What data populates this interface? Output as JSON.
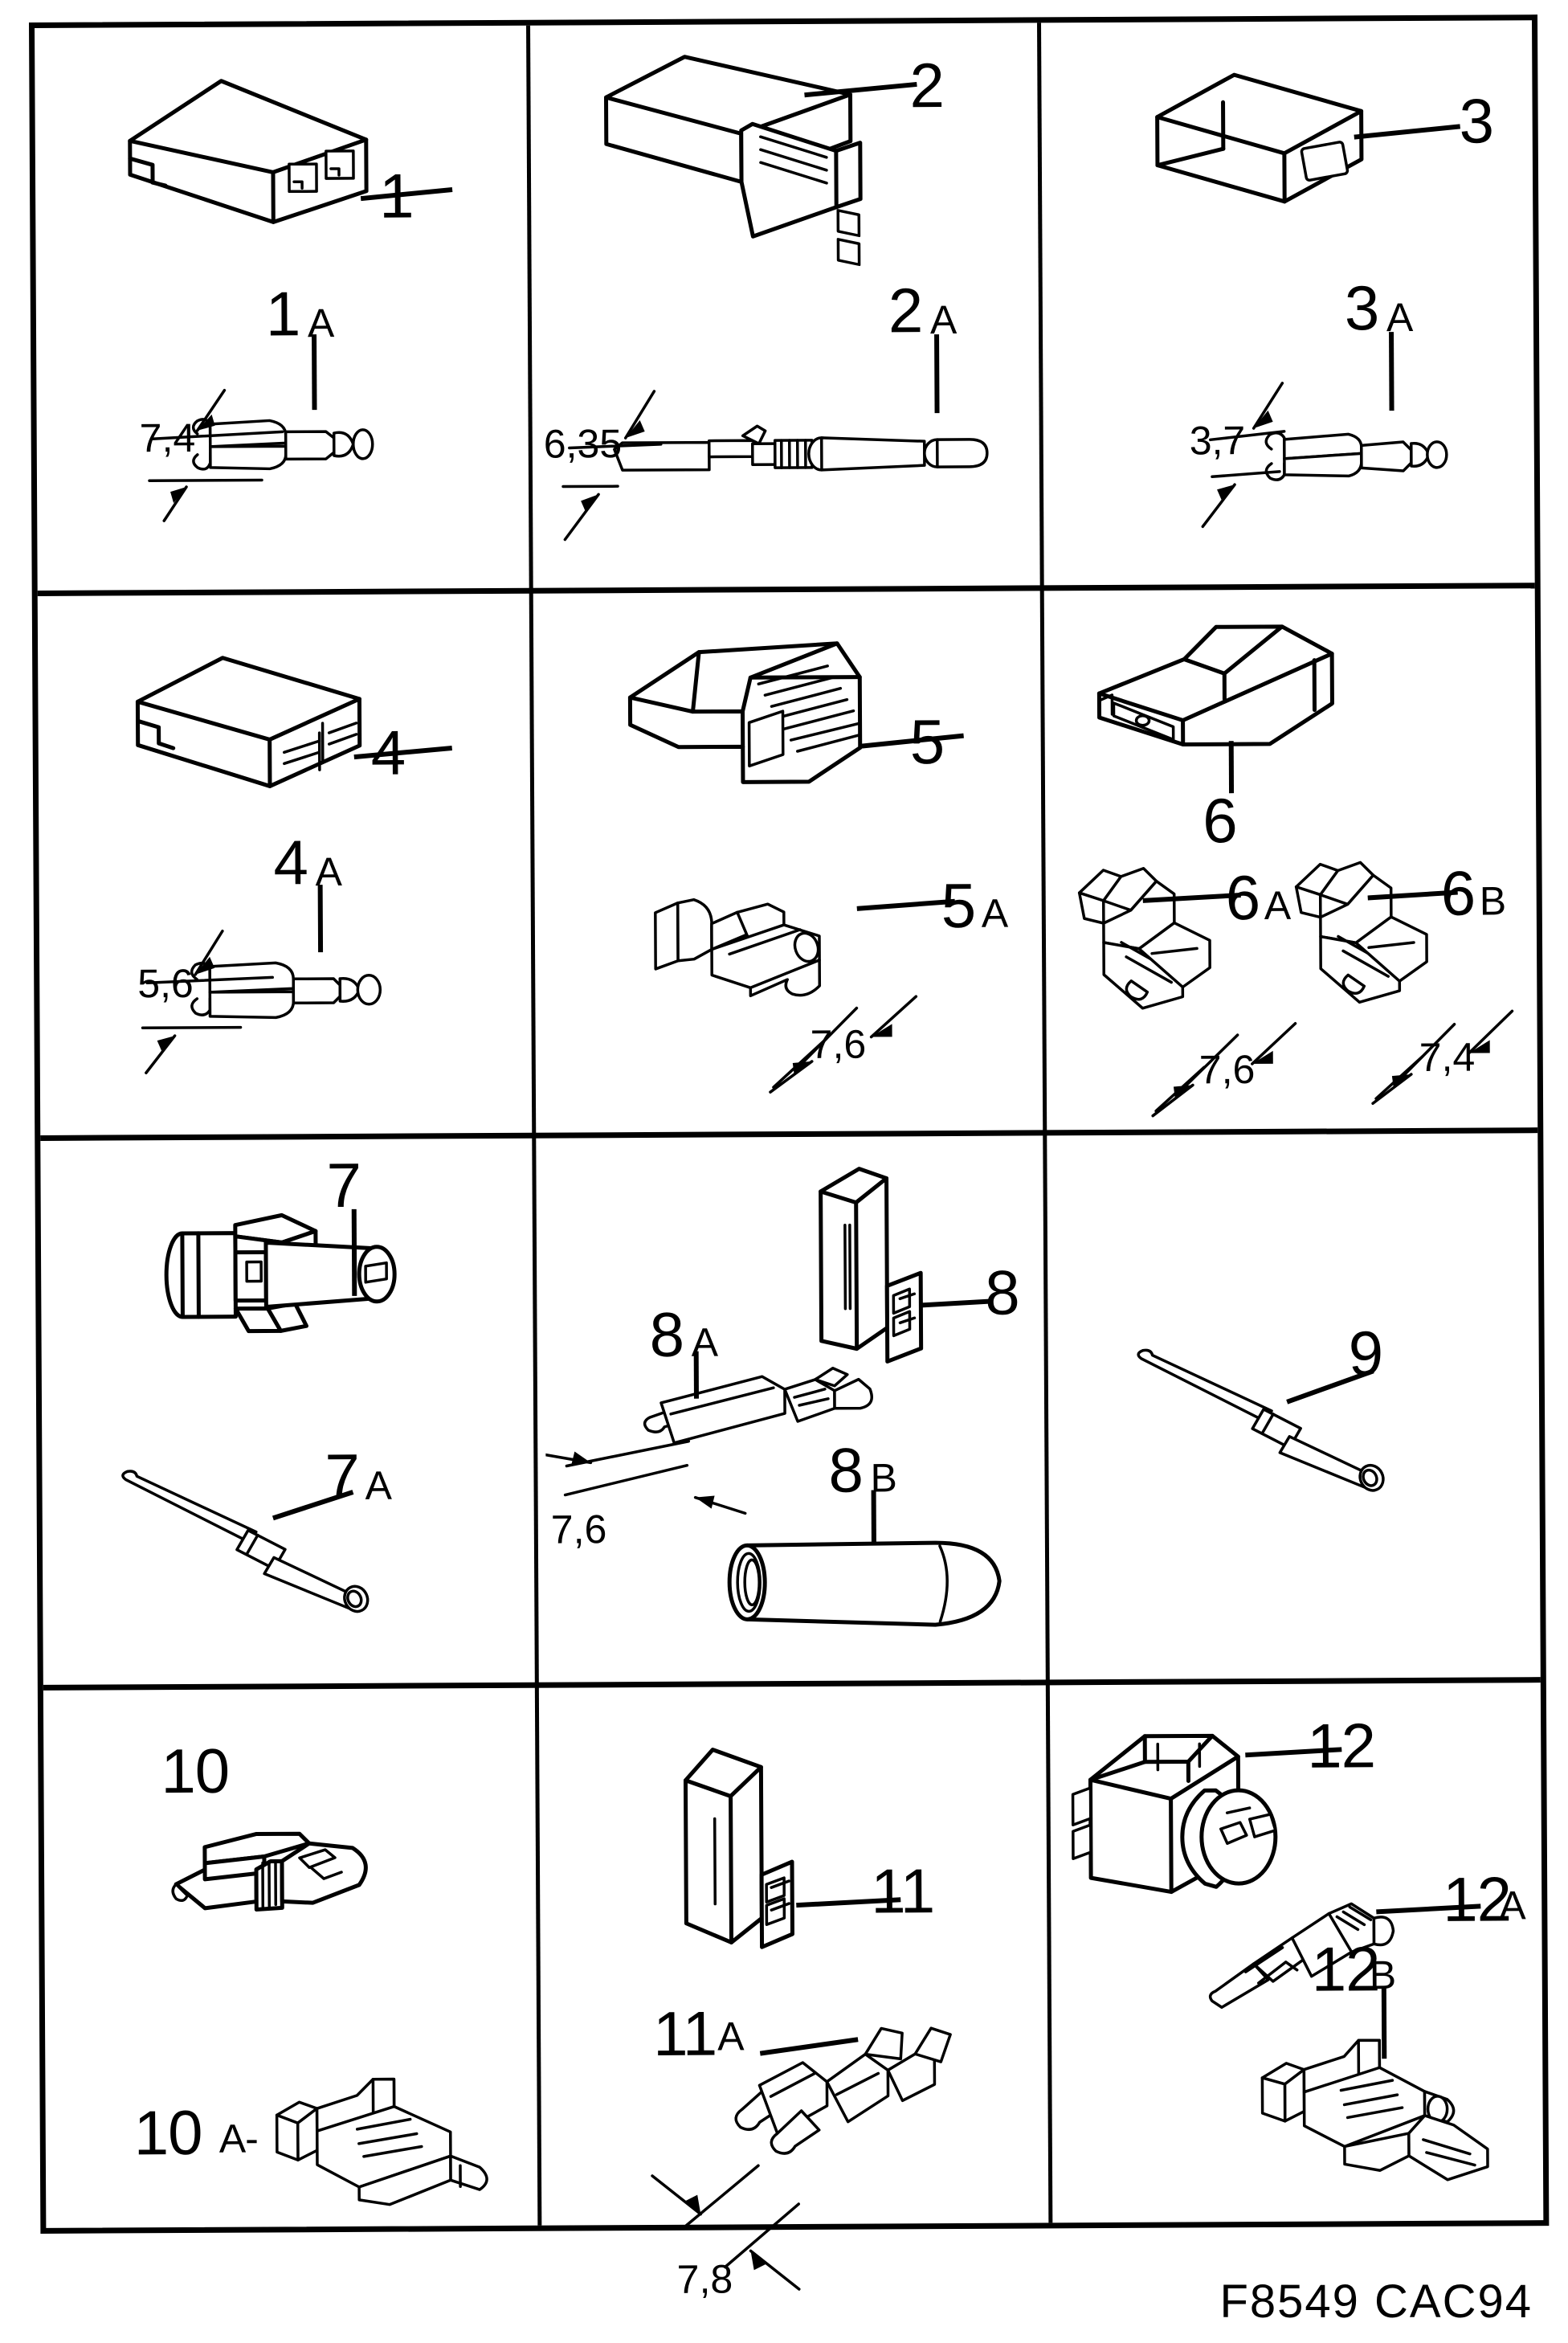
{
  "plate": {
    "footer_code": "F8549 CAC94",
    "grid": {
      "columns": 3,
      "rows": 4
    }
  },
  "cells": [
    {
      "id": "cell-1",
      "items": [
        {
          "ref": "1",
          "kind": "connector-housing",
          "dimension": null
        },
        {
          "ref": "1",
          "suffix": "A",
          "kind": "terminal-pin",
          "dimension": "7,4"
        }
      ]
    },
    {
      "id": "cell-2",
      "items": [
        {
          "ref": "2",
          "kind": "connector-housing",
          "dimension": null
        },
        {
          "ref": "2",
          "suffix": "A",
          "kind": "terminal-pin-long",
          "dimension": "6,35"
        }
      ]
    },
    {
      "id": "cell-3",
      "items": [
        {
          "ref": "3",
          "kind": "connector-housing",
          "dimension": null
        },
        {
          "ref": "3",
          "suffix": "A",
          "kind": "terminal-pin",
          "dimension": "3,7"
        }
      ]
    },
    {
      "id": "cell-4",
      "items": [
        {
          "ref": "4",
          "kind": "connector-housing",
          "dimension": null
        },
        {
          "ref": "4",
          "suffix": "A",
          "kind": "terminal-pin",
          "dimension": "5,6"
        }
      ]
    },
    {
      "id": "cell-5",
      "items": [
        {
          "ref": "5",
          "kind": "connector-housing-ribbed",
          "dimension": null
        },
        {
          "ref": "5",
          "suffix": "A",
          "kind": "terminal-blade",
          "dimension": "7,6"
        }
      ]
    },
    {
      "id": "cell-6",
      "items": [
        {
          "ref": "6",
          "kind": "connector-housing",
          "dimension": null
        },
        {
          "ref": "6",
          "suffix": "A",
          "kind": "terminal-blade",
          "dimension": "7,6"
        },
        {
          "ref": "6",
          "suffix": "B",
          "kind": "terminal-blade",
          "dimension": "7,4"
        }
      ]
    },
    {
      "id": "cell-7",
      "items": [
        {
          "ref": "7",
          "kind": "connector-cylindrical",
          "dimension": null
        },
        {
          "ref": "7",
          "suffix": "A",
          "kind": "terminal-socket",
          "dimension": null
        }
      ]
    },
    {
      "id": "cell-8",
      "items": [
        {
          "ref": "8",
          "kind": "connector-flat",
          "dimension": null
        },
        {
          "ref": "8",
          "suffix": "A",
          "kind": "terminal-blade",
          "dimension": "7,6"
        },
        {
          "ref": "8",
          "suffix": "B",
          "kind": "insulating-sleeve",
          "dimension": null
        }
      ]
    },
    {
      "id": "cell-9",
      "items": [
        {
          "ref": "9",
          "kind": "terminal-socket",
          "dimension": null
        }
      ]
    },
    {
      "id": "cell-10",
      "items": [
        {
          "ref": "10",
          "kind": "connector-inline",
          "dimension": null
        },
        {
          "ref": "10",
          "suffix": "A-",
          "kind": "terminal-blade",
          "dimension": null
        }
      ]
    },
    {
      "id": "cell-11",
      "items": [
        {
          "ref": "11",
          "kind": "connector-flat",
          "dimension": null
        },
        {
          "ref": "11",
          "suffix": "A",
          "kind": "terminal-blade",
          "dimension": "7,8"
        }
      ]
    },
    {
      "id": "cell-12",
      "items": [
        {
          "ref": "12",
          "kind": "connector-2way-sealed",
          "dimension": null
        },
        {
          "ref": "12",
          "suffix": "A",
          "kind": "terminal-pin-male",
          "dimension": null
        },
        {
          "ref": "12",
          "suffix": "B",
          "kind": "terminal-socket-female",
          "dimension": null
        }
      ]
    }
  ],
  "labels": {
    "c1": {
      "n": "1",
      "a": "1",
      "a_sfx": "A",
      "a_dim": "7,4"
    },
    "c2": {
      "n": "2",
      "a": "2",
      "a_sfx": "A",
      "a_dim": "6,35"
    },
    "c3": {
      "n": "3",
      "a": "3",
      "a_sfx": "A",
      "a_dim": "3,7"
    },
    "c4": {
      "n": "4",
      "a": "4",
      "a_sfx": "A",
      "a_dim": "5,6"
    },
    "c5": {
      "n": "5",
      "a": "5",
      "a_sfx": "A",
      "a_dim": "7,6"
    },
    "c6": {
      "n": "6",
      "a": "6",
      "a_sfx": "A",
      "a_dim": "7,6",
      "b": "6",
      "b_sfx": "B",
      "b_dim": "7,4"
    },
    "c7": {
      "n": "7",
      "a": "7",
      "a_sfx": "A"
    },
    "c8": {
      "n": "8",
      "a": "8",
      "a_sfx": "A",
      "a_dim": "7,6",
      "b": "8",
      "b_sfx": "B"
    },
    "c9": {
      "n": "9"
    },
    "c10": {
      "n": "10",
      "a": "10",
      "a_sfx": "A-"
    },
    "c11": {
      "n": "11",
      "a": "11",
      "a_sfx": "A",
      "a_dim": "7,8"
    },
    "c12": {
      "n": "12",
      "a": "12",
      "a_sfx": "A",
      "b": "12",
      "b_sfx": "B"
    }
  }
}
